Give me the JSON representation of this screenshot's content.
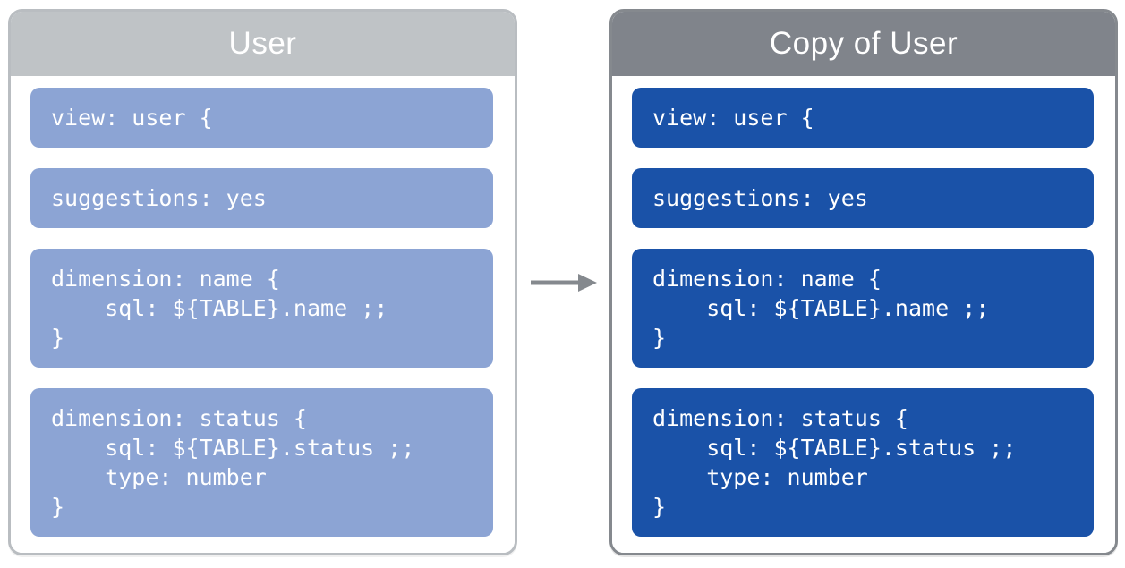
{
  "colors": {
    "background": "#ffffff",
    "text": "#ffffff",
    "left-header": "#bfc3c6",
    "left-border": "#b9bdc1",
    "left-block": "#8ca4d4",
    "right-header": "#80848b",
    "right-border": "#85898e",
    "right-block": "#1a52a8",
    "arrow": "#85898e"
  },
  "panels": [
    {
      "title": "User",
      "blocks": [
        {
          "text": "view: user {"
        },
        {
          "text": "suggestions: yes"
        },
        {
          "text": "dimension: name {\n    sql: ${TABLE}.name ;;\n}"
        },
        {
          "text": "dimension: status {\n    sql: ${TABLE}.status ;;\n    type: number\n}"
        }
      ]
    },
    {
      "title": "Copy of User",
      "blocks": [
        {
          "text": "view: user {"
        },
        {
          "text": "suggestions: yes"
        },
        {
          "text": "dimension: name {\n    sql: ${TABLE}.name ;;\n}"
        },
        {
          "text": "dimension: status {\n    sql: ${TABLE}.status ;;\n    type: number\n}"
        }
      ]
    }
  ],
  "arrow": {
    "name": "right-arrow"
  }
}
